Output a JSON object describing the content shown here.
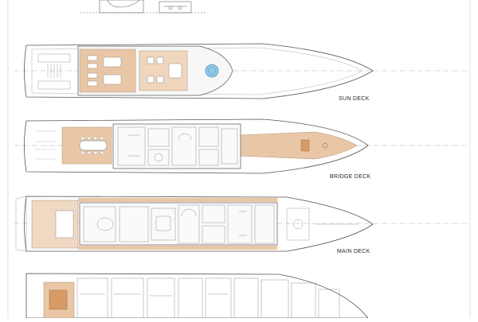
{
  "plan": {
    "decks": [
      {
        "id": "sun",
        "label": "SUN DECK"
      },
      {
        "id": "bridge",
        "label": "BRIDGE DECK"
      },
      {
        "id": "main",
        "label": "MAIN DECK"
      },
      {
        "id": "lower",
        "label": ""
      }
    ]
  },
  "colors": {
    "line": "#555555",
    "fine": "#8a8a8a",
    "teak": "#e9c7a6",
    "teak_dark": "#d79c66",
    "pool": "#8fc9ea",
    "paper": "#ffffff"
  }
}
